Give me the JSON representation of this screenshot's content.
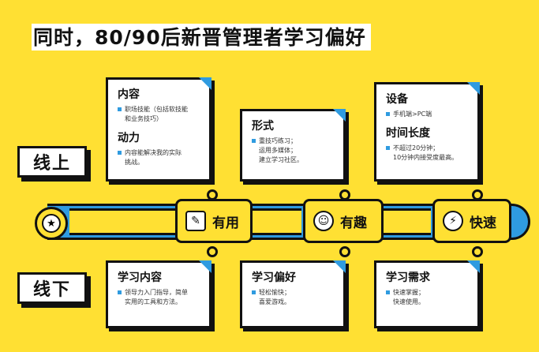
{
  "title": "同时，80/90后新晋管理者学习偏好",
  "online_tag": "线上",
  "offline_tag": "线下",
  "timeline": {
    "nodes": [
      {
        "label": "有用",
        "icon": "checklist-icon"
      },
      {
        "label": "有趣",
        "icon": "smile-icon"
      },
      {
        "label": "快速",
        "icon": "lightning-icon"
      }
    ],
    "start_icon": "medal-icon"
  },
  "online_cards": [
    {
      "sections": [
        {
          "heading": "内容",
          "lines": [
            "职场技能（包括软技能",
            "和业务技巧）"
          ]
        },
        {
          "heading": "动力",
          "lines": [
            "内容能解决我的实际",
            "挑战。"
          ]
        }
      ]
    },
    {
      "sections": [
        {
          "heading": "形式",
          "lines": [
            "重技巧练习；",
            "运用多媒体；",
            "建立学习社区。"
          ]
        }
      ]
    },
    {
      "sections": [
        {
          "heading": "设备",
          "lines": [
            "手机端>PC端"
          ]
        },
        {
          "heading": "时间长度",
          "lines": [
            "不超过20分钟；",
            "10分钟内接受度最高。"
          ]
        }
      ]
    }
  ],
  "offline_cards": [
    {
      "heading": "学习内容",
      "lines": [
        "领导力入门指导，简单",
        "实用的工具和方法。"
      ]
    },
    {
      "heading": "学习偏好",
      "lines": [
        "轻松愉快；",
        "喜爱游戏。"
      ]
    },
    {
      "heading": "学习需求",
      "lines": [
        "快速掌握；",
        "快速使用。"
      ]
    }
  ],
  "colors": {
    "background": "#FFE033",
    "accent": "#2F9BE0",
    "ink": "#111111"
  }
}
